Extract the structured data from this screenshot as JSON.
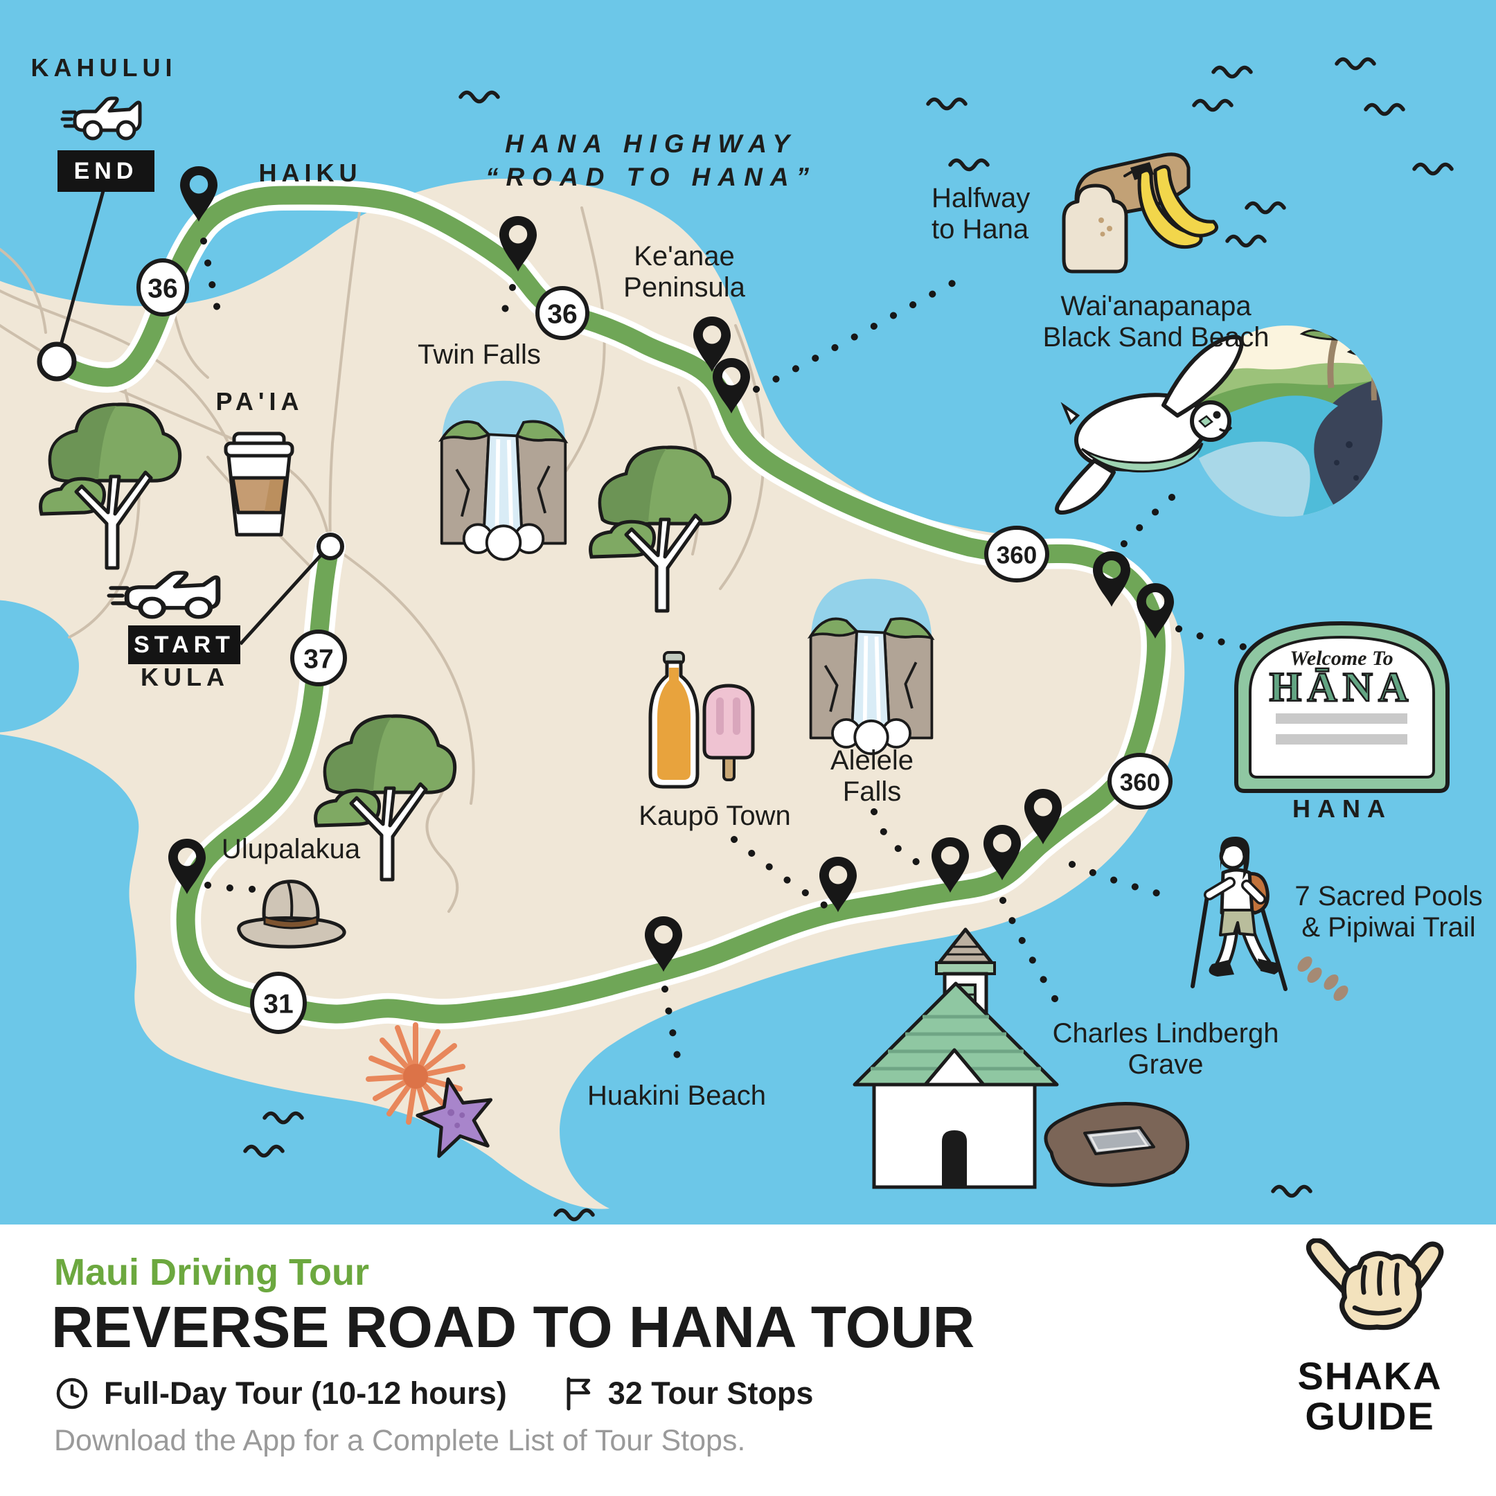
{
  "map": {
    "labels": {
      "kahului": "KAHULUI",
      "end": "END",
      "start": "START",
      "haiku": "HAIKU",
      "paia": "PA'IA",
      "kula": "KULA",
      "hana_highway": [
        "HANA HIGHWAY",
        "“ROAD TO HANA”"
      ],
      "halfway": [
        "Halfway",
        "to Hana"
      ],
      "keanae": [
        "Ke'anae",
        "Peninsula"
      ],
      "twin_falls": "Twin Falls",
      "waianapanapa": [
        "Wai'anapanapa",
        "Black Sand Beach"
      ],
      "ulupalakua": "Ulupalakua",
      "kaupo_town": "Kaupō Town",
      "alelele": [
        "Alelele",
        "Falls"
      ],
      "hana_sign": {
        "welcome": "Welcome To",
        "name": "HĀNA"
      },
      "hana": "HANA",
      "seven_pools": [
        "7 Sacred Pools",
        "& Pipiwai Trail"
      ],
      "lindbergh": [
        "Charles Lindbergh",
        "Grave"
      ],
      "huakini": "Huakini Beach"
    },
    "route_badges": [
      {
        "number": "36"
      },
      {
        "number": "36"
      },
      {
        "number": "37"
      },
      {
        "number": "31"
      },
      {
        "number": "360"
      },
      {
        "number": "360"
      }
    ]
  },
  "footer": {
    "kicker": "Maui Driving Tour",
    "title": "REVERSE ROAD TO HANA TOUR",
    "duration": "Full-Day Tour (10-12 hours)",
    "stops": "32 Tour Stops",
    "note": "Download the App for a Complete List of Tour Stops.",
    "logo": [
      "SHAKA",
      "GUIDE"
    ]
  },
  "colors": {
    "ocean": "#6CC7E8",
    "land": "#F0E7D7",
    "route": "#6FA657",
    "road": "#CDBFAC",
    "accent": "#6CA83F",
    "sign-green": "#8FC7A2",
    "ink": "#1D1D1B"
  },
  "icons": [
    "car-icon",
    "map-pin-icon",
    "wave-icon",
    "tree-icon",
    "waterfall-icon",
    "coffee-cup-icon",
    "banana-bread-icon",
    "sea-turtle-icon",
    "black-sand-beach-icon",
    "hana-welcome-sign",
    "cowboy-hat-icon",
    "soda-bottle-icon",
    "popsicle-icon",
    "sea-urchin-icon",
    "starfish-icon",
    "church-icon",
    "grave-icon",
    "hiker-icon",
    "footprints-icon",
    "clock-icon",
    "flag-icon",
    "shaka-hand-icon"
  ]
}
